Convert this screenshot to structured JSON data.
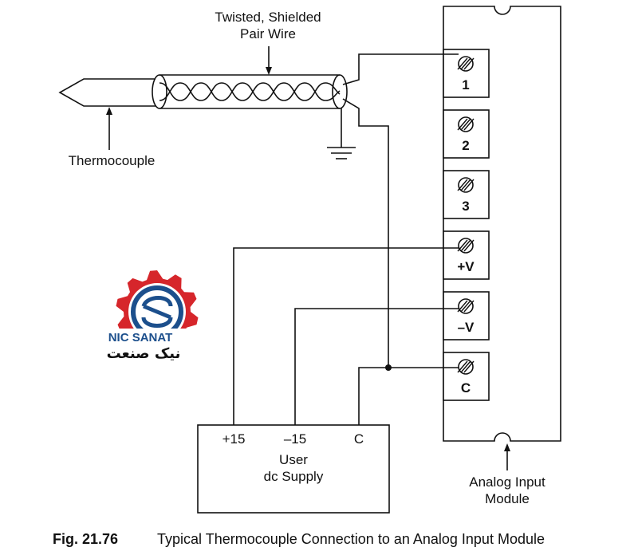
{
  "labels": {
    "cable_line1": "Twisted, Shielded",
    "cable_line2": "Pair Wire",
    "thermocouple": "Thermocouple",
    "module_line1": "Analog Input",
    "module_line2": "Module",
    "supply_line1": "User",
    "supply_line2": "dc Supply"
  },
  "terminals": [
    "1",
    "2",
    "3",
    "+V",
    "–V",
    "C"
  ],
  "supply_terminals": [
    "+15",
    "–15",
    "C"
  ],
  "caption": {
    "number": "Fig. 21.76",
    "text": "Typical Thermocouple Connection to an Analog Input Module"
  },
  "watermark": {
    "latin": "NIC SANAT",
    "persian": "نیک صنعت",
    "colors": {
      "gear": "#d6262b",
      "circle": "#1c4f8c"
    }
  }
}
